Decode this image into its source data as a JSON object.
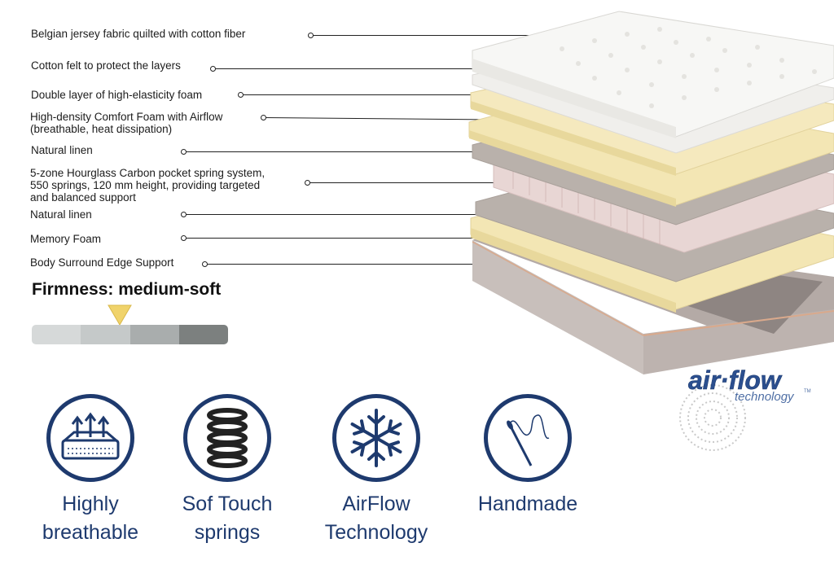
{
  "layers": [
    {
      "label": "Belgian jersey fabric quilted with cotton fiber"
    },
    {
      "label": "Cotton felt to protect the layers"
    },
    {
      "label": "Double layer of high-elasticity foam"
    },
    {
      "label": "High-density Comfort Foam with Airflow\n(breathable, heat dissipation)"
    },
    {
      "label": "Natural linen"
    },
    {
      "label": "5-zone Hourglass Carbon pocket spring system,\n550 springs, 120 mm height, providing targeted\nand balanced support"
    },
    {
      "label": "Natural linen"
    },
    {
      "label": "Memory Foam"
    },
    {
      "label": "Body Surround Edge Support"
    }
  ],
  "firmness": {
    "title": "Firmness: medium-soft",
    "level_index": 2,
    "segments": 4,
    "segment_colors": [
      "#d6d9d9",
      "#c5c9c9",
      "#a9adad",
      "#7c807f"
    ],
    "marker_color": "#f0d36b"
  },
  "features": [
    {
      "icon": "breathable-mattress-icon",
      "caption": "Highly\nbreathable"
    },
    {
      "icon": "spring-icon",
      "caption": "Sof Touch\nsprings"
    },
    {
      "icon": "snowflake-icon",
      "caption": "AirFlow\nTechnology"
    },
    {
      "icon": "needle-thread-icon",
      "caption": "Handmade"
    }
  ],
  "logo": {
    "word1": "air",
    "word2": "flow",
    "word3": "technology",
    "tm": "TM"
  },
  "colors": {
    "navy": "#1e3a6e",
    "logo_blue": "#2b4f8f"
  }
}
